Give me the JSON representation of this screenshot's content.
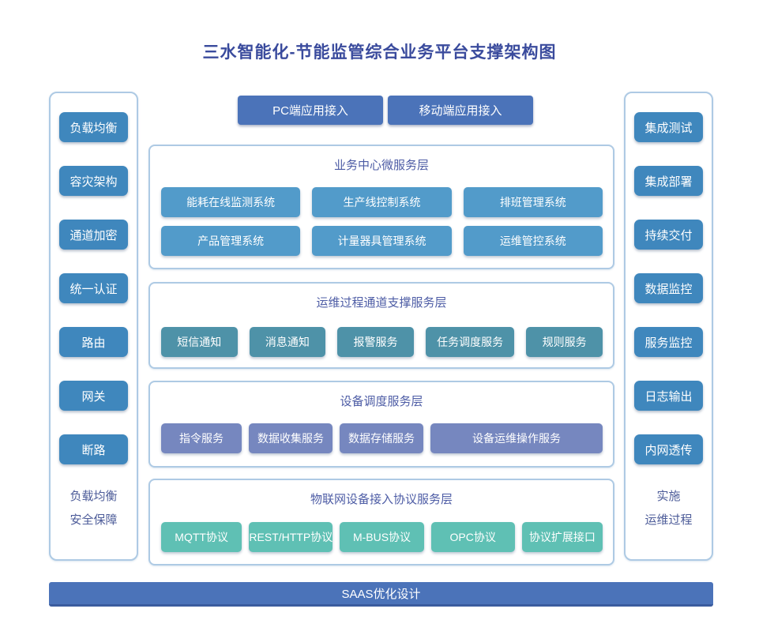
{
  "page_title": "三水智能化-节能监管综合业务平台支撑架构图",
  "top_buttons": [
    "PC端应用接入",
    "移动端应用接入"
  ],
  "left_panel": {
    "items": [
      "负载均衡",
      "容灾架构",
      "通道加密",
      "统一认证",
      "路由",
      "网关",
      "断路"
    ],
    "caption": [
      "负载均衡",
      "安全保障"
    ]
  },
  "right_panel": {
    "items": [
      "集成测试",
      "集成部署",
      "持续交付",
      "数据监控",
      "服务监控",
      "日志输出",
      "内网透传"
    ],
    "caption": [
      "实施",
      "运维过程"
    ]
  },
  "layers": [
    {
      "title": "业务中心微服务层",
      "rows": [
        [
          "能耗在线监测系统",
          "生产线控制系统",
          "排班管理系统"
        ],
        [
          "产品管理系统",
          "计量器具管理系统",
          "运维管控系统"
        ]
      ]
    },
    {
      "title": "运维过程通道支撑服务层",
      "rows": [
        [
          "短信通知",
          "消息通知",
          "报警服务",
          "任务调度服务",
          "规则服务"
        ]
      ]
    },
    {
      "title": "设备调度服务层",
      "rows": [
        [
          "指令服务",
          "数据收集服务",
          "数据存储服务",
          "设备运维操作服务"
        ]
      ]
    },
    {
      "title": "物联网设备接入协议服务层",
      "rows": [
        [
          "MQTT协议",
          "REST/HTTP协议",
          "M-BUS协议",
          "OPC协议",
          "协议扩展接口"
        ]
      ]
    }
  ],
  "footer_bar": "SAAS优化设计",
  "colors": {
    "title_text": "#3A4B9D",
    "panel_border": "#AECAE4",
    "sidebar_node": "#3F87BD",
    "business_node": "#529BCA",
    "channel_node": "#4E92A8",
    "device_node": "#7687BF",
    "protocol_node": "#5FC0B4",
    "accent_indigo": "#4B73B9",
    "section_title_text": "#4D5CA5",
    "caption_text": "#4D5C99"
  }
}
